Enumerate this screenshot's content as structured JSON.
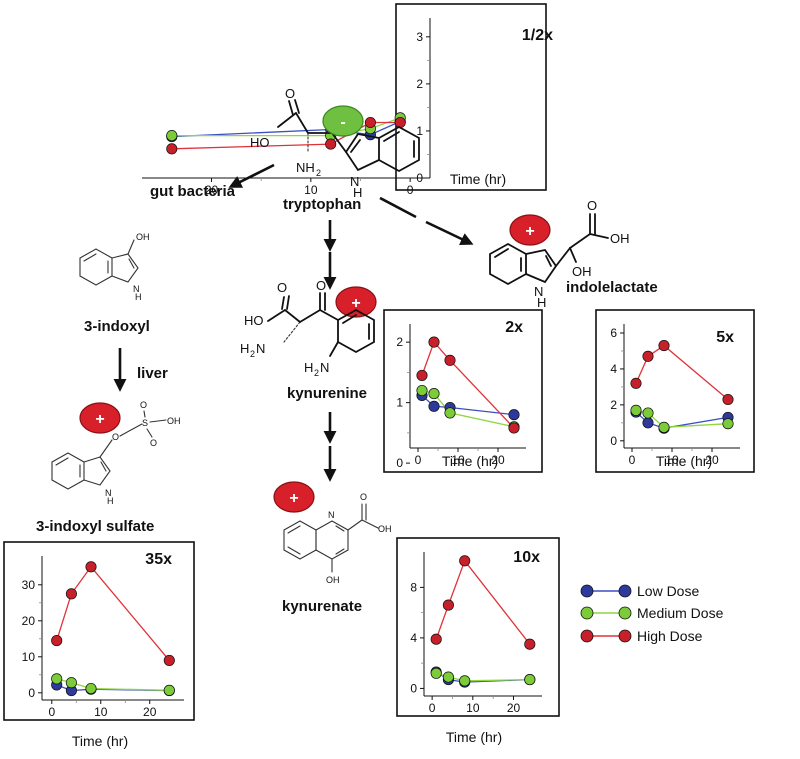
{
  "labels": {
    "tryptophan": "tryptophan",
    "gut_bacteria": "gut bacteria",
    "indoxyl": "3-indoxyl",
    "liver": "liver",
    "indoxyl_sulfate": "3-indoxyl sulfate",
    "kynurenine": "kynurenine",
    "kynurenate": "kynurenate",
    "indolelactate": "indolelactate"
  },
  "badges": {
    "minus": "-",
    "plus": "+"
  },
  "colors": {
    "low": "#2d3a9c",
    "low_line": "#3a4fc4",
    "medium": "#7ccc3a",
    "medium_line": "#8fd640",
    "high": "#c8202a",
    "high_line": "#e0323a"
  },
  "legend": {
    "low": "Low Dose",
    "medium": "Medium Dose",
    "high": "High Dose"
  },
  "chart_data": [
    {
      "id": "half",
      "type": "line",
      "title": "1/2x",
      "xlabel": "Time (hr)",
      "ylabel": "",
      "x": [
        1,
        4,
        8,
        24
      ],
      "xticks": [
        0,
        10,
        20
      ],
      "xlim": [
        -2,
        27
      ],
      "yticks": [
        0,
        1,
        2,
        3
      ],
      "ylim": [
        0,
        3.4
      ],
      "series": [
        {
          "name": "Low Dose",
          "values": [
            1.2,
            0.92,
            1.03,
            0.88
          ]
        },
        {
          "name": "Medium Dose",
          "values": [
            1.28,
            1.05,
            0.9,
            0.9
          ]
        },
        {
          "name": "High Dose",
          "values": [
            1.18,
            1.18,
            0.72,
            0.62
          ]
        }
      ]
    },
    {
      "id": "two",
      "type": "line",
      "title": "2x",
      "xlabel": "Time (hr)",
      "ylabel": "",
      "x": [
        1,
        4,
        8,
        24
      ],
      "xticks": [
        0,
        10,
        20
      ],
      "xlim": [
        -2,
        27
      ],
      "yticks": [
        0,
        1,
        2
      ],
      "ylim": [
        0.25,
        2.3
      ],
      "series": [
        {
          "name": "Low Dose",
          "values": [
            1.12,
            0.94,
            0.92,
            0.8
          ]
        },
        {
          "name": "Medium Dose",
          "values": [
            1.2,
            1.15,
            0.83,
            0.6
          ]
        },
        {
          "name": "High Dose",
          "values": [
            1.45,
            2.0,
            1.7,
            0.58
          ]
        }
      ]
    },
    {
      "id": "five",
      "type": "line",
      "title": "5x",
      "xlabel": "Time (hr)",
      "ylabel": "",
      "x": [
        1,
        4,
        8,
        24
      ],
      "xticks": [
        0,
        10,
        20
      ],
      "xlim": [
        -2,
        27
      ],
      "yticks": [
        0,
        2,
        4,
        6
      ],
      "ylim": [
        -0.4,
        6.5
      ],
      "series": [
        {
          "name": "Low Dose",
          "values": [
            1.6,
            1.0,
            0.7,
            1.3
          ]
        },
        {
          "name": "Medium Dose",
          "values": [
            1.7,
            1.55,
            0.75,
            0.95
          ]
        },
        {
          "name": "High Dose",
          "values": [
            3.2,
            4.7,
            5.3,
            2.3
          ]
        }
      ]
    },
    {
      "id": "thirtyfive",
      "type": "line",
      "title": "35x",
      "xlabel": "Time (hr)",
      "ylabel": "",
      "x": [
        1,
        4,
        8,
        24
      ],
      "xticks": [
        0,
        10,
        20
      ],
      "xlim": [
        -2,
        27
      ],
      "yticks": [
        0,
        10,
        20,
        30
      ],
      "ylim": [
        -2,
        38
      ],
      "series": [
        {
          "name": "Low Dose",
          "values": [
            2.2,
            0.6,
            1.0,
            0.6
          ]
        },
        {
          "name": "Medium Dose",
          "values": [
            3.9,
            2.8,
            1.2,
            0.7
          ]
        },
        {
          "name": "High Dose",
          "values": [
            14.5,
            27.5,
            35.0,
            9.0
          ]
        }
      ]
    },
    {
      "id": "ten",
      "type": "line",
      "title": "10x",
      "xlabel": "Time (hr)",
      "ylabel": "",
      "x": [
        1,
        4,
        8,
        24
      ],
      "xticks": [
        0,
        10,
        20
      ],
      "xlim": [
        -2,
        27
      ],
      "yticks": [
        0,
        4,
        8
      ],
      "ylim": [
        -0.6,
        10.8
      ],
      "series": [
        {
          "name": "Low Dose",
          "values": [
            1.3,
            0.7,
            0.5,
            0.7
          ]
        },
        {
          "name": "Medium Dose",
          "values": [
            1.2,
            0.9,
            0.6,
            0.7
          ]
        },
        {
          "name": "High Dose",
          "values": [
            3.9,
            6.6,
            10.1,
            3.5
          ]
        }
      ]
    }
  ]
}
